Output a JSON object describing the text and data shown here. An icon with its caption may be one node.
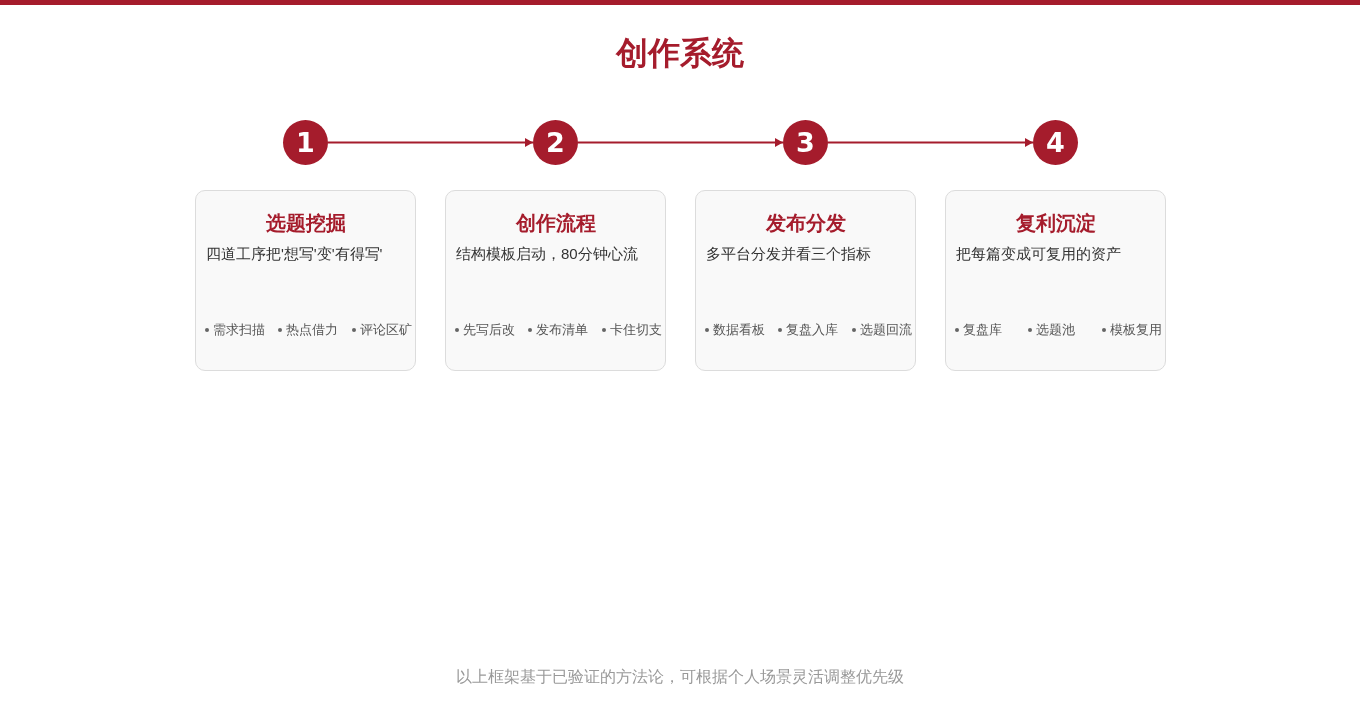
{
  "diagram": {
    "title": "创作系统",
    "nodes": [
      {
        "text": [
          "1"
        ]
      },
      {
        "text": [
          "2"
        ]
      },
      {
        "text": [
          "3"
        ]
      },
      {
        "text": [
          "4"
        ]
      },
      {
        "text": [
          "选题挖掘",
          "四道工序把'想写'变'有得写'",
          "需求扫描",
          "热点借力",
          "评论区矿"
        ]
      },
      {
        "text": [
          "创作流程",
          "结构模板启动，80分钟心流",
          "先写后改",
          "发布清单",
          "卡住切支"
        ]
      },
      {
        "text": [
          "发布分发",
          "多平台分发并看三个指标",
          "数据看板",
          "复盘入库",
          "选题回流"
        ]
      },
      {
        "text": [
          "复利沉淀",
          "把每篇变成可复用的资产",
          "复盘库",
          "选题池",
          "模板复用"
        ]
      }
    ],
    "edges": [
      {
        "from": 0,
        "to": 1,
        "arrow": "to"
      },
      {
        "from": 1,
        "to": 2,
        "arrow": "to"
      },
      {
        "from": 2,
        "to": 3,
        "arrow": "to"
      }
    ],
    "caption": "以上框架基于已验证的方法论，可根据个人场景灵活调整优先级"
  }
}
